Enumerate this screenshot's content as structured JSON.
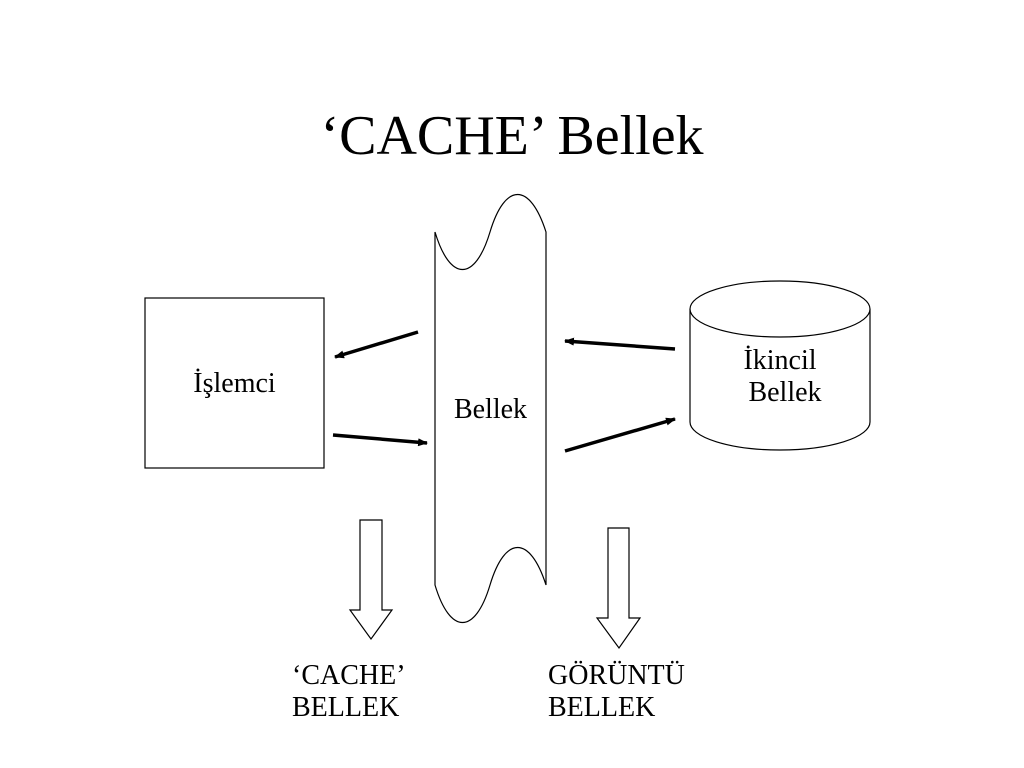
{
  "title": "‘CACHE’ Bellek",
  "nodes": {
    "processor": {
      "label": "İşlemci"
    },
    "memory": {
      "label": "Bellek"
    },
    "secondary": {
      "line1": "İkincil",
      "line2": "Bellek"
    }
  },
  "outputs": {
    "cache": {
      "line1": "‘CACHE’",
      "line2": "BELLEK"
    },
    "display": {
      "line1": "GÖRÜNTÜ",
      "line2": "BELLEK"
    }
  },
  "colors": {
    "stroke": "#000000",
    "fill": "#ffffff",
    "text": "#000000"
  }
}
